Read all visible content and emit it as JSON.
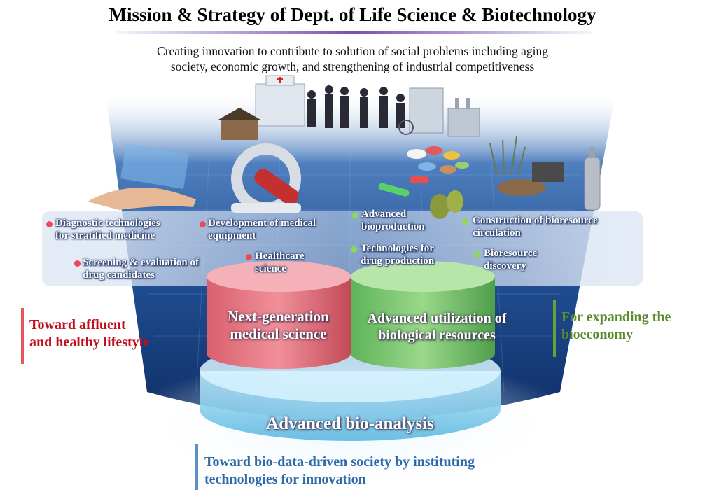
{
  "header": {
    "title": "Mission & Strategy of Dept. of Life Science & Biotechnology",
    "subtitle_line1": "Creating innovation to contribute to solution of social problems including aging",
    "subtitle_line2": "society, economic growth, and strengthening of industrial competitiveness"
  },
  "medical": {
    "diag_1": "Diagnostic technologies",
    "diag_2": "for stratified medicine",
    "dev_1": "Development of medical",
    "dev_2": "equipment",
    "screen_1": "Screening & evaluation of",
    "screen_2": "drug candidates",
    "health_1": "Healthcare",
    "health_2": "science"
  },
  "bio": {
    "prod_1": "Advanced",
    "prod_2": "bioproduction",
    "drug_1": "Technologies for",
    "drug_2": "drug production",
    "circ_1": "Construction of bioresource",
    "circ_2": "circulation",
    "disc_1": "Bioresource",
    "disc_2": "discovery"
  },
  "pillars": {
    "left_1": "Next-generation",
    "left_2": "medical science",
    "right_1": "Advanced utilization of",
    "right_2": "biological resources",
    "base": "Advanced bio-analysis"
  },
  "sides": {
    "left_1": "Toward affluent",
    "left_2": "and healthy lifestyle",
    "right_1": "For expanding the",
    "right_2": "bioeconomy",
    "bottom_1": "Toward bio-data-driven society by instituting",
    "bottom_2": "technologies for innovation"
  },
  "colors": {
    "red_accent": "#c0101c",
    "green_accent": "#5a8a2e",
    "blue_accent": "#2e6aa8",
    "title_rule": "#7a4fb0"
  }
}
